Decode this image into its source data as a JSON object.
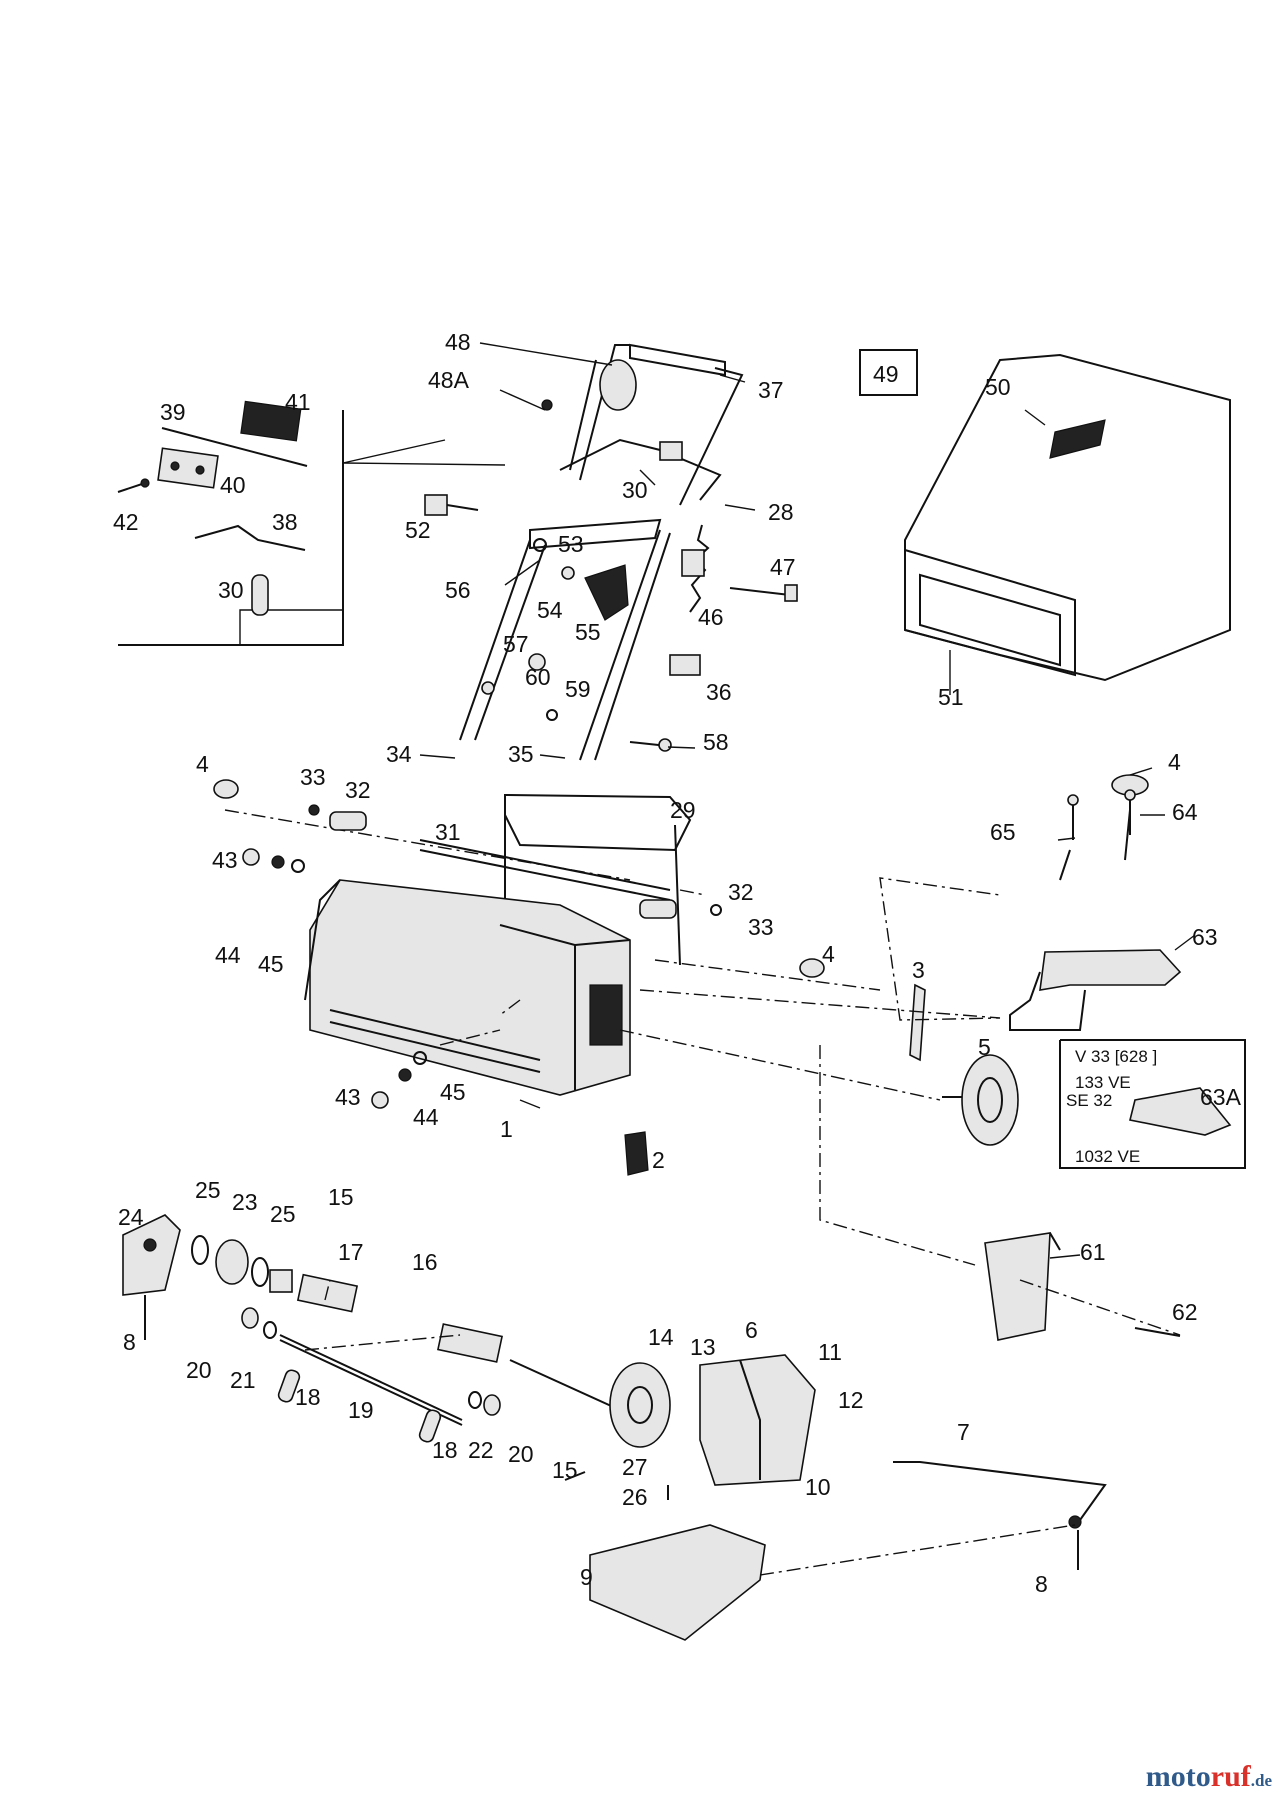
{
  "labels": [
    {
      "id": "p48",
      "text": "48"
    },
    {
      "id": "p48a",
      "text": "48A"
    },
    {
      "id": "p37",
      "text": "37"
    },
    {
      "id": "p49",
      "text": "49"
    },
    {
      "id": "p50",
      "text": "50"
    },
    {
      "id": "p39",
      "text": "39"
    },
    {
      "id": "p41",
      "text": "41"
    },
    {
      "id": "p40",
      "text": "40"
    },
    {
      "id": "p42",
      "text": "42"
    },
    {
      "id": "p38",
      "text": "38"
    },
    {
      "id": "p30a",
      "text": "30"
    },
    {
      "id": "p30b",
      "text": "30"
    },
    {
      "id": "p28",
      "text": "28"
    },
    {
      "id": "p52",
      "text": "52"
    },
    {
      "id": "p53",
      "text": "53"
    },
    {
      "id": "p47",
      "text": "47"
    },
    {
      "id": "p56",
      "text": "56"
    },
    {
      "id": "p54",
      "text": "54"
    },
    {
      "id": "p55",
      "text": "55"
    },
    {
      "id": "p46",
      "text": "46"
    },
    {
      "id": "p51",
      "text": "51"
    },
    {
      "id": "p57",
      "text": "57"
    },
    {
      "id": "p60",
      "text": "60"
    },
    {
      "id": "p59",
      "text": "59"
    },
    {
      "id": "p36",
      "text": "36"
    },
    {
      "id": "p58",
      "text": "58"
    },
    {
      "id": "p34",
      "text": "34"
    },
    {
      "id": "p35",
      "text": "35"
    },
    {
      "id": "p4a",
      "text": "4"
    },
    {
      "id": "p33a",
      "text": "33"
    },
    {
      "id": "p32a",
      "text": "32"
    },
    {
      "id": "p29",
      "text": "29"
    },
    {
      "id": "p4b",
      "text": "4"
    },
    {
      "id": "p64",
      "text": "64"
    },
    {
      "id": "p65",
      "text": "65"
    },
    {
      "id": "p31",
      "text": "31"
    },
    {
      "id": "p43a",
      "text": "43"
    },
    {
      "id": "p32b",
      "text": "32"
    },
    {
      "id": "p33b",
      "text": "33"
    },
    {
      "id": "p63",
      "text": "63"
    },
    {
      "id": "p44a",
      "text": "44"
    },
    {
      "id": "p45a",
      "text": "45"
    },
    {
      "id": "p4c",
      "text": "4"
    },
    {
      "id": "p3",
      "text": "3"
    },
    {
      "id": "p5",
      "text": "5"
    },
    {
      "id": "p43b",
      "text": "43"
    },
    {
      "id": "p44b",
      "text": "44"
    },
    {
      "id": "p45b",
      "text": "45"
    },
    {
      "id": "p1",
      "text": "1"
    },
    {
      "id": "p2",
      "text": "2"
    },
    {
      "id": "p15a",
      "text": "15"
    },
    {
      "id": "p25a",
      "text": "25"
    },
    {
      "id": "p23",
      "text": "23"
    },
    {
      "id": "p25b",
      "text": "25"
    },
    {
      "id": "p24",
      "text": "24"
    },
    {
      "id": "p17",
      "text": "17"
    },
    {
      "id": "p16",
      "text": "16"
    },
    {
      "id": "p61",
      "text": "61"
    },
    {
      "id": "p62",
      "text": "62"
    },
    {
      "id": "p8a",
      "text": "8"
    },
    {
      "id": "p20a",
      "text": "20"
    },
    {
      "id": "p21",
      "text": "21"
    },
    {
      "id": "p18a",
      "text": "18"
    },
    {
      "id": "p19",
      "text": "19"
    },
    {
      "id": "p14",
      "text": "14"
    },
    {
      "id": "p13",
      "text": "13"
    },
    {
      "id": "p6",
      "text": "6"
    },
    {
      "id": "p11",
      "text": "11"
    },
    {
      "id": "p12",
      "text": "12"
    },
    {
      "id": "p18b",
      "text": "18"
    },
    {
      "id": "p22",
      "text": "22"
    },
    {
      "id": "p20b",
      "text": "20"
    },
    {
      "id": "p15b",
      "text": "15"
    },
    {
      "id": "p27",
      "text": "27"
    },
    {
      "id": "p26",
      "text": "26"
    },
    {
      "id": "p10",
      "text": "10"
    },
    {
      "id": "p7",
      "text": "7"
    },
    {
      "id": "p9",
      "text": "9"
    },
    {
      "id": "p8b",
      "text": "8"
    }
  ],
  "variant_box": {
    "lines": [
      "V 33 [628 ]",
      "133 VE",
      "SE 32",
      "1032 VE"
    ],
    "part": "63A"
  },
  "watermark": {
    "brand_a": "moto",
    "brand_b": "ruf",
    "suffix": ".de"
  }
}
